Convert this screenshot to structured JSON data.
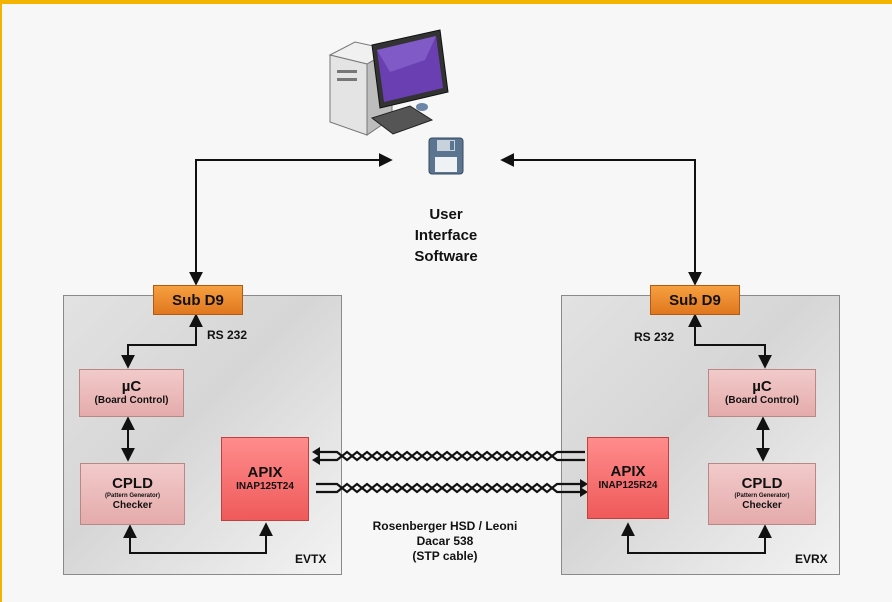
{
  "software_label": [
    "User",
    "Interface",
    "Software"
  ],
  "cable_label": [
    "Rosenberger HSD / Leoni",
    "Dacar 538",
    "(STP cable)"
  ],
  "left_board": {
    "name": "EVTX",
    "sub_d9": "Sub D9",
    "rs232": "RS 232",
    "uc": {
      "title": "µC",
      "subtitle": "(Board Control)"
    },
    "cpld": {
      "title": "CPLD",
      "subtitle": "(Pattern Generator)",
      "subtitle2": "Checker"
    },
    "apix": {
      "title": "APIX",
      "subtitle": "INAP125T24"
    }
  },
  "right_board": {
    "name": "EVRX",
    "sub_d9": "Sub D9",
    "rs232": "RS 232",
    "uc": {
      "title": "µC",
      "subtitle": "(Board Control)"
    },
    "cpld": {
      "title": "CPLD",
      "subtitle": "(Pattern Generator)",
      "subtitle2": "Checker"
    },
    "apix": {
      "title": "APIX",
      "subtitle": "INAP125R24"
    }
  },
  "icons": [
    "desktop-computer-icon",
    "floppy-disk-icon"
  ],
  "colors": {
    "accent_bar": "#f2b400",
    "sub_d9": "#e88a2a",
    "apix": "#f26a6a",
    "pink_block": "#ebb9b9"
  }
}
